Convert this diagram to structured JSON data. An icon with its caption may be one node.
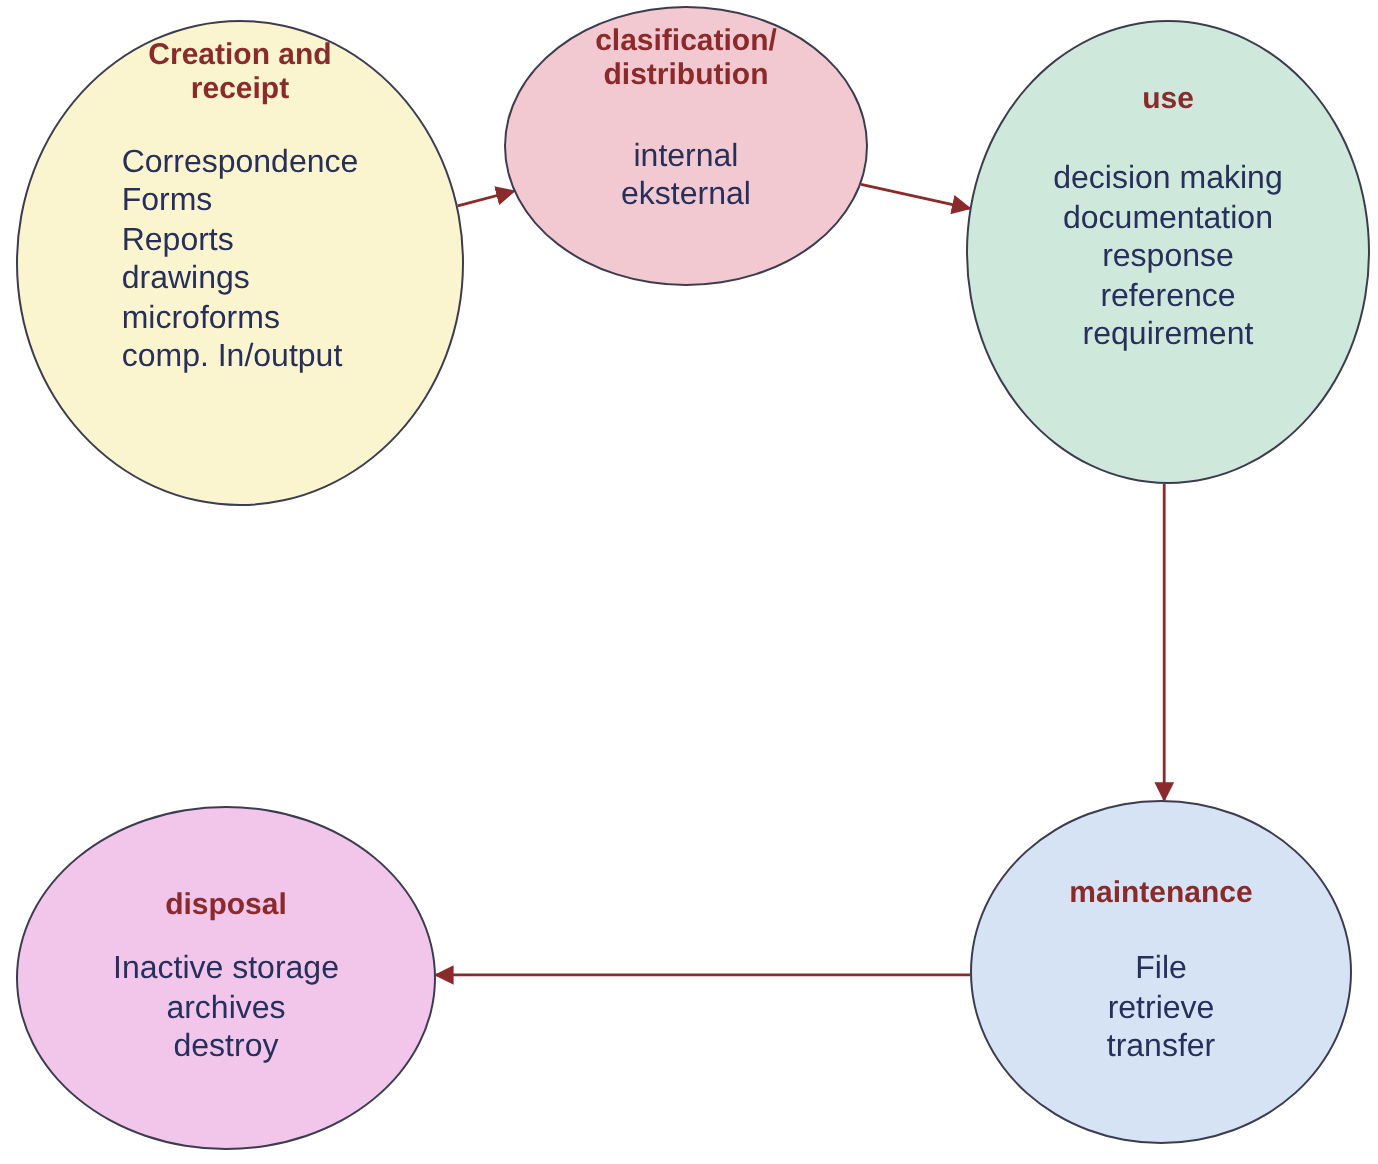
{
  "diagram": {
    "nodes": [
      {
        "text": [
          "Creation and receipt",
          "Correspondence",
          "Forms",
          "Reports",
          "drawings",
          "microforms",
          "comp. In/output"
        ]
      },
      {
        "text": [
          "clasification/ distribution",
          "internal",
          "eksternal"
        ]
      },
      {
        "text": [
          "use",
          "decision making",
          "documentation",
          "response",
          "reference",
          "requirement"
        ]
      },
      {
        "text": [
          "maintenance",
          "File",
          "retrieve",
          "transfer"
        ]
      },
      {
        "text": [
          "disposal",
          "Inactive storage",
          "archives",
          "destroy"
        ]
      }
    ],
    "edges": [
      {
        "from": 0,
        "to": 1,
        "arrow": "to"
      },
      {
        "from": 1,
        "to": 2,
        "arrow": "to"
      },
      {
        "from": 2,
        "to": 3,
        "arrow": "to"
      },
      {
        "from": 3,
        "to": 4,
        "arrow": "to"
      }
    ]
  }
}
